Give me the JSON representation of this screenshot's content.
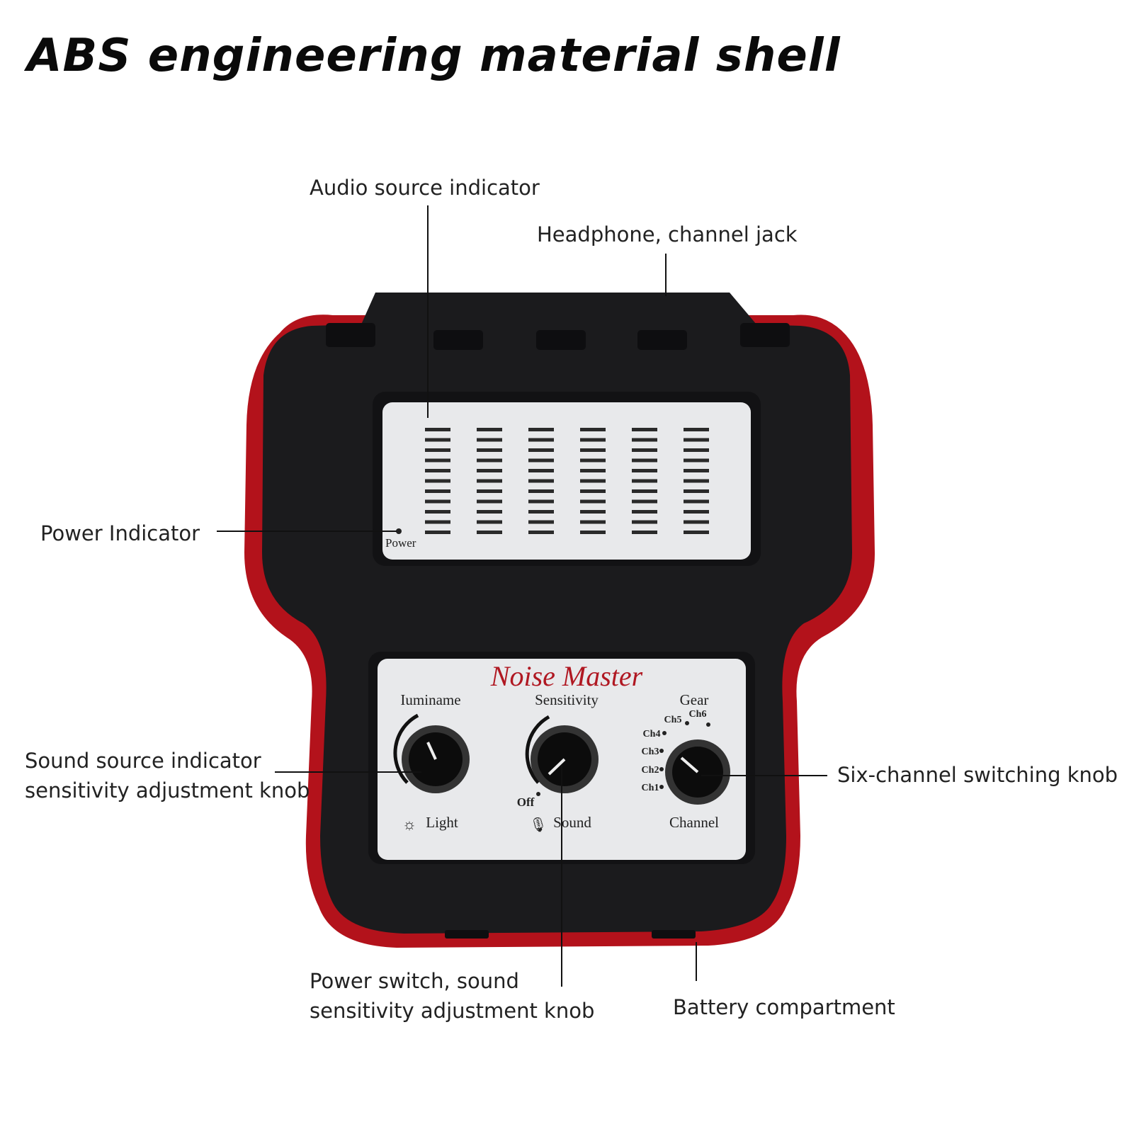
{
  "title": "ABS engineering material shell",
  "callouts": {
    "audio_source_indicator": "Audio source indicator",
    "headphone_jack": "Headphone, channel jack",
    "power_indicator": "Power Indicator",
    "sound_source_knob_line1": "Sound source indicator",
    "sound_source_knob_line2": "sensitivity adjustment knob",
    "six_channel_knob": "Six-channel switching knob",
    "power_switch_line1": "Power switch, sound",
    "power_switch_line2": "sensitivity adjustment knob",
    "battery_compartment": "Battery compartment"
  },
  "device": {
    "brand": "Noise Master",
    "power_label": "Power",
    "knob_left_label": "Iuminame",
    "knob_left_bottom": "Light",
    "knob_mid_label": "Sensitivity",
    "knob_mid_bottom": "Sound",
    "knob_mid_off": "Off",
    "knob_right_label": "Gear",
    "knob_right_bottom": "Channel",
    "channels": [
      "Ch1",
      "Ch2",
      "Ch3",
      "Ch4",
      "Ch5",
      "Ch6"
    ]
  },
  "colors": {
    "body": "#1b1b1d",
    "bumper": "#b3121b",
    "panel": "#e8e9eb",
    "brand": "#b01822"
  }
}
